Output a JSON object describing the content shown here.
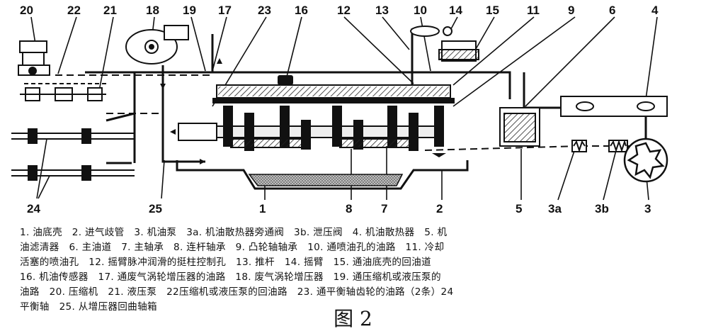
{
  "callouts": {
    "c20": "20",
    "c22": "22",
    "c21": "21",
    "c18": "18",
    "c19": "19",
    "c17": "17",
    "c23": "23",
    "c16": "16",
    "c12": "12",
    "c13": "13",
    "c10": "10",
    "c14": "14",
    "c15": "15",
    "c11": "11",
    "c9": "9",
    "c6": "6",
    "c4": "4",
    "c24": "24",
    "c25": "25",
    "c1": "1",
    "c8": "8",
    "c7": "7",
    "c2": "2",
    "c5": "5",
    "c3a": "3a",
    "c3b": "3b",
    "c3": "3"
  },
  "legend_lines": [
    "1. 油底壳　2. 进气歧管　3. 机油泵　3a. 机油散热器旁通阀　3b. 泄压阀　4. 机油散热器　5. 机",
    "油滤清器　6. 主油道　7. 主轴承　8. 连杆轴承　9. 凸轮轴轴承　10. 通喷油孔的油路　11. 冷却",
    "活塞的喷油孔　12. 摇臂脉冲润滑的挺柱控制孔　13. 推杆　14. 摇臂　15. 通油底壳的回油道",
    "16. 机油传感器　17. 通废气涡轮增压器的油路　18. 废气涡轮增压器　19. 通压缩机或液压泵的",
    "油路　20. 压缩机　21. 液压泵　22压缩机或液压泵的回油路　23. 通平衡轴齿轮的油路（2条）24",
    "平衡轴　25. 从增压器回曲轴箱"
  ],
  "caption": "图 2"
}
